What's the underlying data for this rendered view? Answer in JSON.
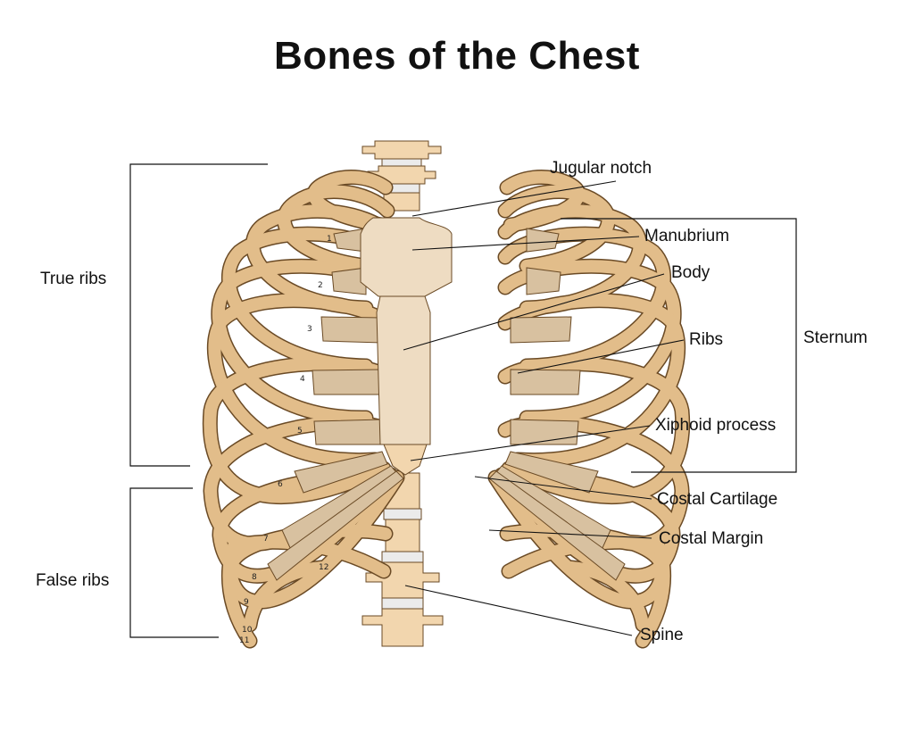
{
  "title": "Bones of the Chest",
  "groups": {
    "true_ribs": "True ribs",
    "false_ribs": "False ribs",
    "sternum": "Sternum"
  },
  "labels": {
    "jugular_notch": "Jugular notch",
    "manubrium": "Manubrium",
    "body": "Body",
    "ribs": "Ribs",
    "xiphoid": "Xiphoid process",
    "costal_cartilage": "Costal Cartilage",
    "costal_margin": "Costal Margin",
    "spine": "Spine"
  },
  "rib_numbers": [
    "1",
    "2",
    "3",
    "4",
    "5",
    "6",
    "7",
    "8",
    "9",
    "10",
    "11",
    "12"
  ],
  "colors": {
    "bone": "#E2BD8A",
    "bone_dark": "#C49A62",
    "cartilage": "#D8C1A0",
    "sternum": "#EEDCC2",
    "disc": "#EBEBEB",
    "outline": "#6A4A25"
  }
}
